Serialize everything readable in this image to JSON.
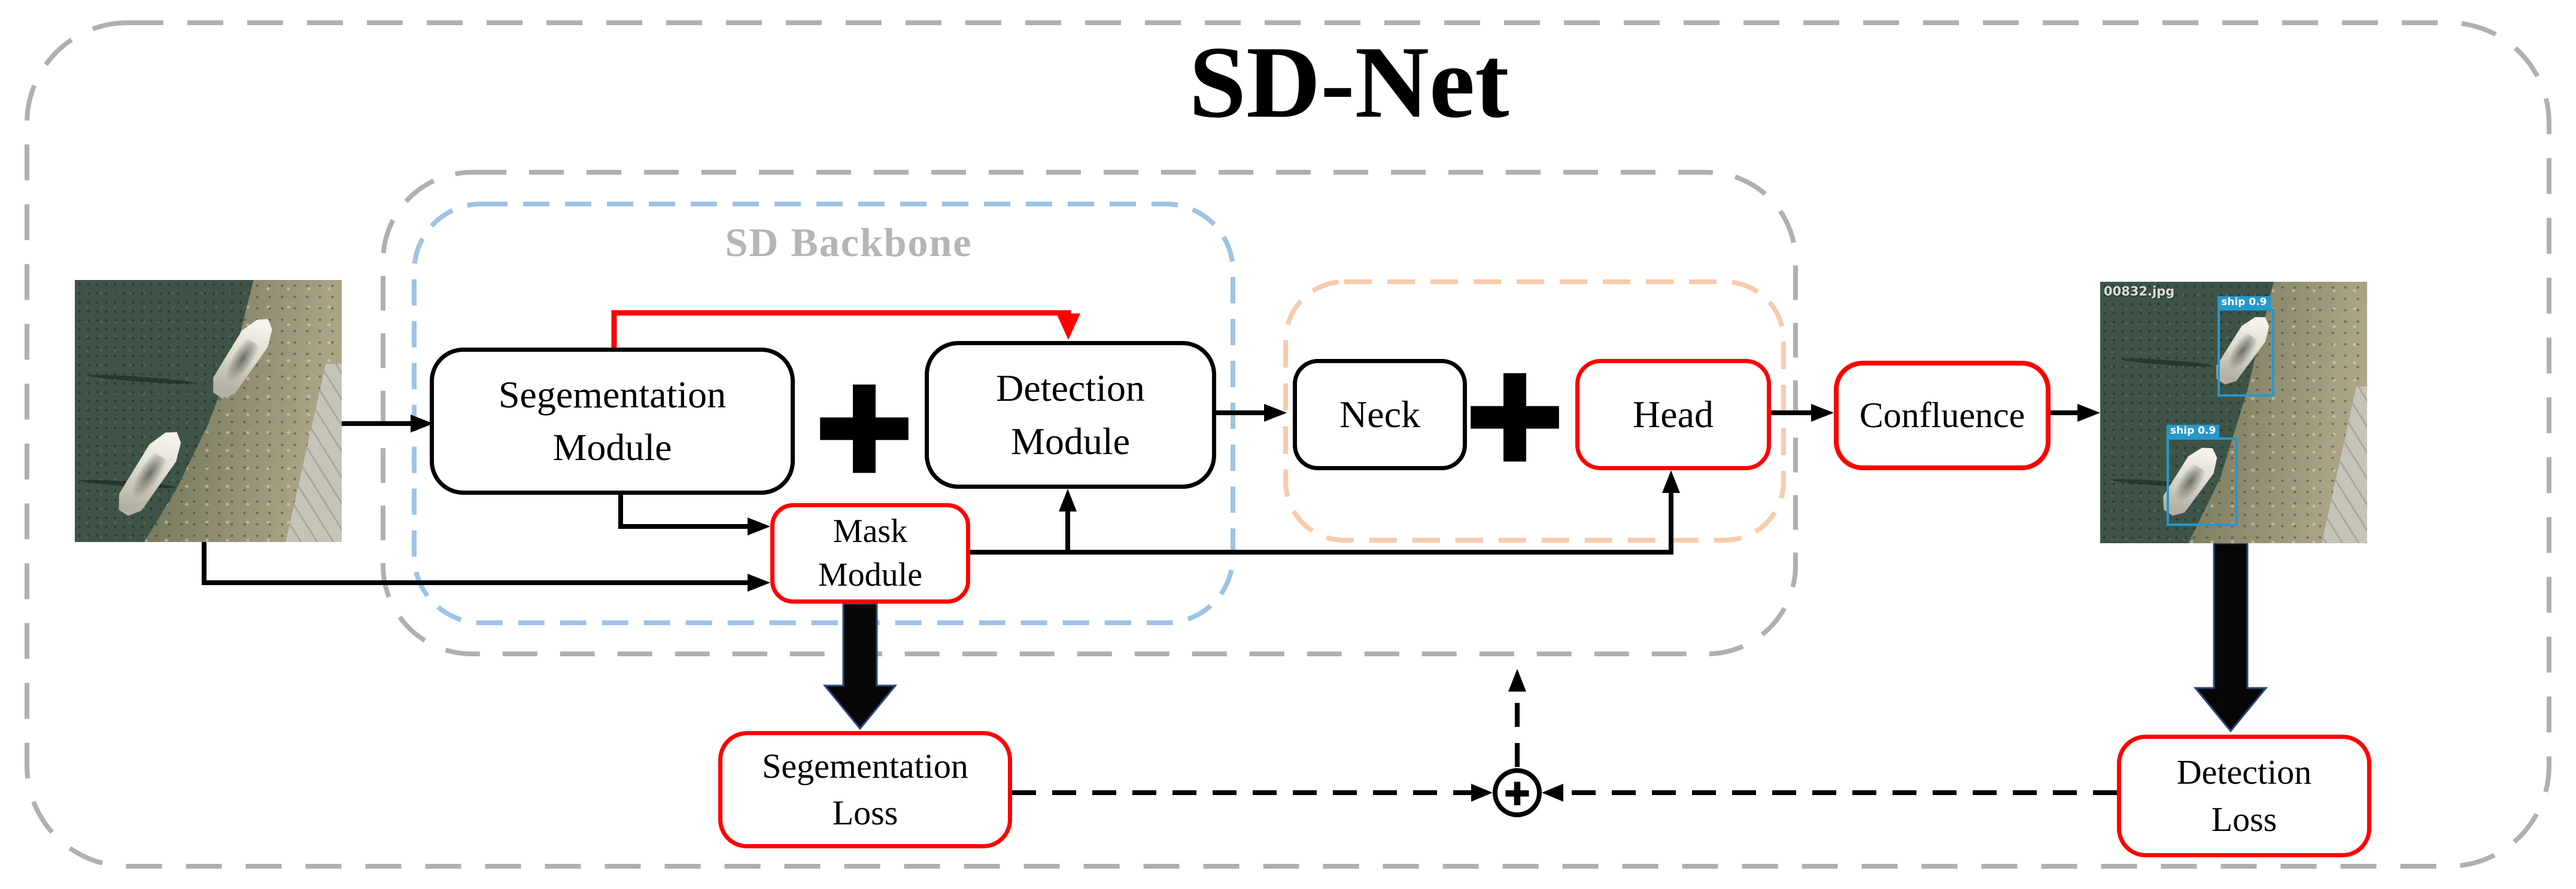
{
  "title": "SD-Net",
  "backbone": {
    "label": "SD Backbone",
    "segmentation_module": {
      "line1": "Segementation",
      "line2": "Module"
    },
    "detection_module": {
      "line1": "Detection",
      "line2": "Module"
    },
    "mask_module": {
      "line1": "Mask",
      "line2": "Module"
    },
    "fusion_operator": "+"
  },
  "neck_head": {
    "neck_label": "Neck",
    "head_label": "Head",
    "fusion_operator": "+"
  },
  "confluence_label": "Confluence",
  "losses": {
    "segmentation_loss": {
      "line1": "Segementation",
      "line2": "Loss"
    },
    "detection_loss": {
      "line1": "Detection",
      "line2": "Loss"
    },
    "sum_operator": "+"
  },
  "output_image": {
    "filename": "00832.jpg",
    "detections": [
      "ship 0.9",
      "ship 0.9"
    ]
  },
  "icons": {
    "sum_node": "circled-plus",
    "fusion": "bold-plus"
  },
  "colors": {
    "accent_red": "#fe0000",
    "backbone_dash_blue": "#9dc3e6",
    "neck_head_dash_orange": "#f8cbad",
    "container_dash_gray": "#b0b0b0",
    "detection_box_blue": "#2598cc",
    "thick_arrow_outline": "#2a4a80"
  }
}
